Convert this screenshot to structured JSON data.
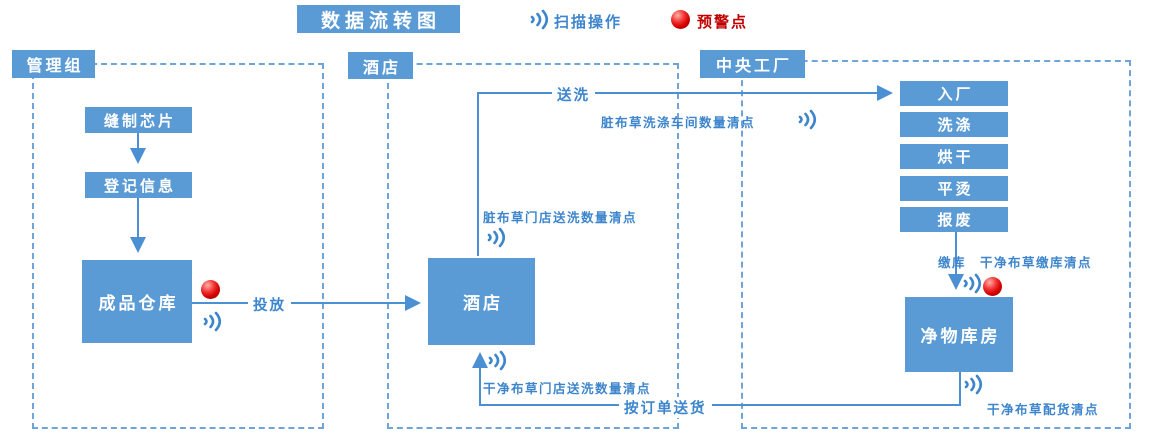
{
  "title": "数据流转图",
  "legend": {
    "scan": "扫描操作",
    "alert": "预警点"
  },
  "sections": {
    "management": "管理组",
    "hotel": "酒店",
    "factory": "中央工厂"
  },
  "nodes": {
    "sew_chip": "缝制芯片",
    "register_info": "登记信息",
    "finished_warehouse": "成品仓库",
    "hotel": "酒店",
    "in_factory": "入厂",
    "washing": "洗涤",
    "drying": "烘干",
    "flat_ironing": "平烫",
    "scrap": "报废",
    "clean_warehouse": "净物库房"
  },
  "edges": {
    "deliver": "投放",
    "send_wash": "送洗",
    "stock_in": "缴库",
    "order_delivery": "按订单送货"
  },
  "scans": {
    "workshop_count": "脏布草洗涤车间数量清点",
    "dirty_store_count": "脏布草门店送洗数量清点",
    "clean_store_count": "干净布草门店送洗数量清点",
    "stock_in_count": "干净布草缴库清点",
    "distribution_count": "干净布草配货清点"
  },
  "colors": {
    "box_fill": "#5B9BD5",
    "line_blue": "#4A90D2",
    "label_blue": "#3D85CC",
    "alert_red": "#C00000"
  }
}
